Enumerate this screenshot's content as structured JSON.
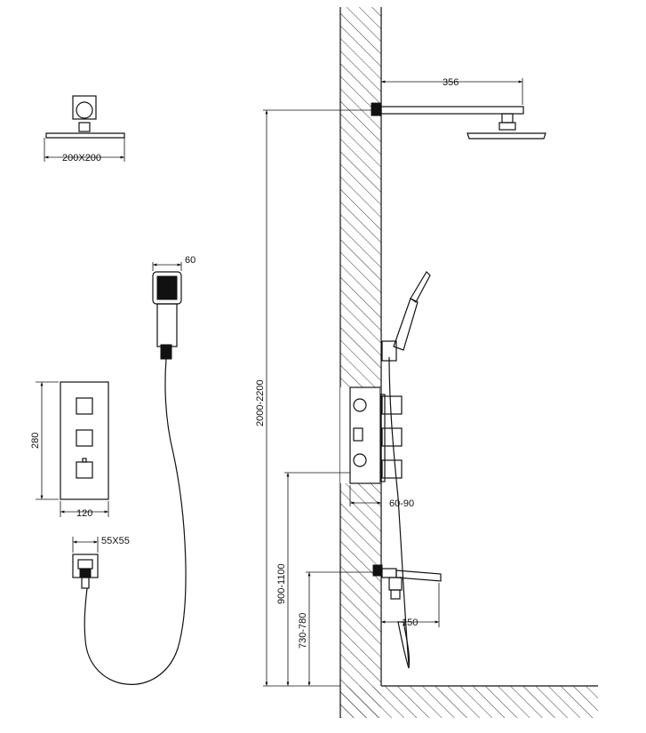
{
  "dimensions": {
    "shower_head_size": "200X200",
    "hand_shower_width": "60",
    "panel_height": "280",
    "panel_width": "120",
    "outlet_size": "55X55",
    "arm_length": "356",
    "install_height": "2000-2200",
    "wall_depth": "60-90",
    "valve_height": "900-1100",
    "spout_height": "730-780",
    "spout_length": "150"
  }
}
